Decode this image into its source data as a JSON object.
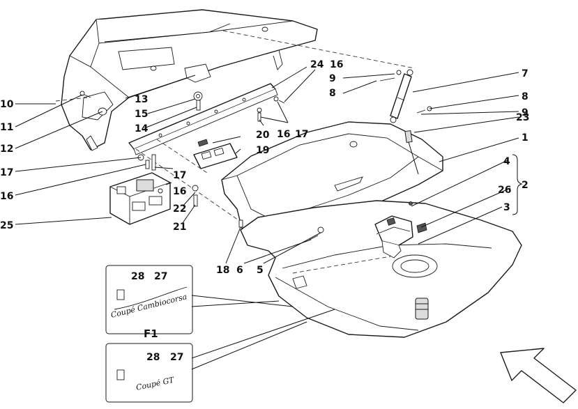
{
  "callouts": [
    "1",
    "2",
    "3",
    "4",
    "5",
    "6",
    "7",
    "8",
    "8",
    "9",
    "9",
    "10",
    "11",
    "12",
    "13",
    "14",
    "15",
    "16",
    "16",
    "16",
    "16",
    "17",
    "17",
    "17",
    "18",
    "19",
    "20",
    "21",
    "22",
    "23",
    "24",
    "25",
    "26",
    "27",
    "28",
    "27",
    "28"
  ],
  "inset_label": "F1",
  "emblems": [
    "Coupé Cambiocorsa",
    "Coupé GT"
  ],
  "colors": {
    "line": "#1a1a1a",
    "paper": "#ffffff",
    "leader": "#111111"
  }
}
